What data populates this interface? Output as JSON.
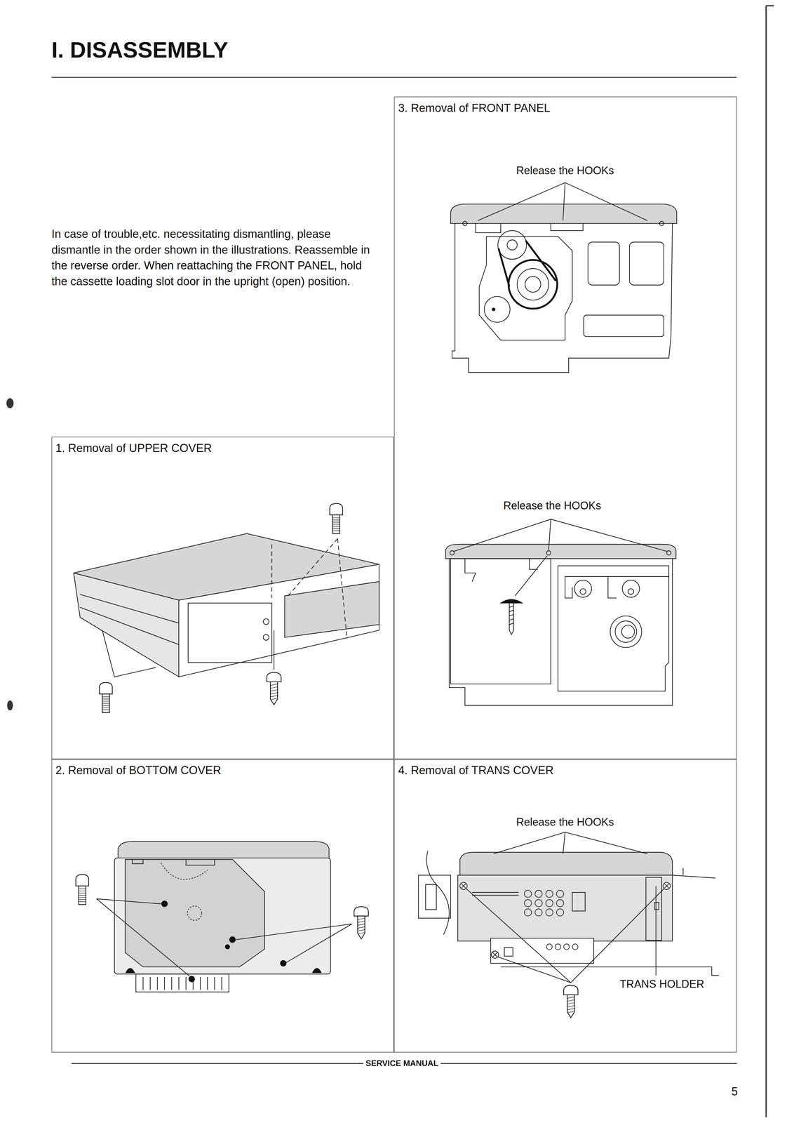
{
  "diagram": {
    "title": "I. DISASSEMBLY",
    "nodes": [
      {
        "text": [
          "1. Removal of UPPER COVER"
        ]
      },
      {
        "text": [
          "2. Removal of BOTTOM COVER"
        ]
      },
      {
        "text": [
          "3. Removal of FRONT PANEL"
        ]
      },
      {
        "text": [
          "4. Removal of TRANS COVER"
        ]
      }
    ],
    "edges": [],
    "labels": [
      "In case of trouble,etc. necessitating dismantling, please dismantle in the order shown in the illustrations. Reassemble in the reverse order. When reattaching the FRONT PANEL, hold the cassette loading slot door in the upright (open) position.",
      "Release the HOOKs",
      "Release the HOOKs",
      "Release the HOOKs",
      "TRANS HOLDER",
      "SERVICE MANUAL",
      "5"
    ]
  }
}
